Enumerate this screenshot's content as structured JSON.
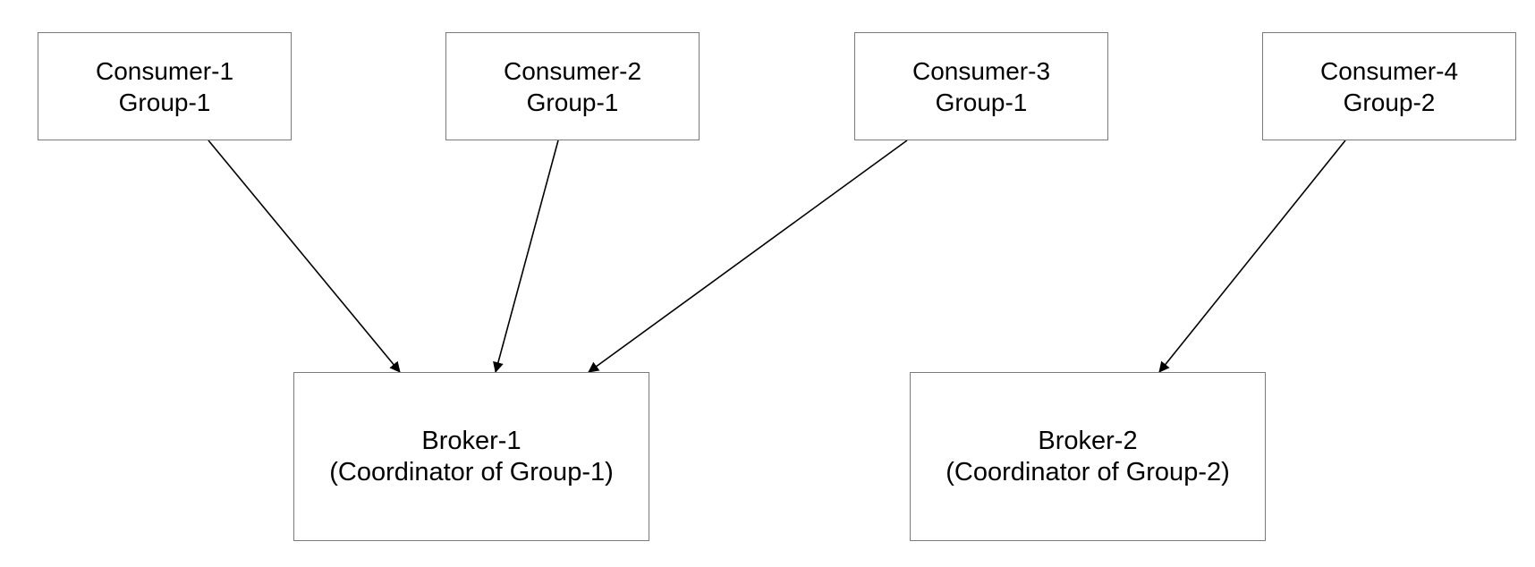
{
  "consumers": [
    {
      "name": "Consumer-1",
      "group": "Group-1"
    },
    {
      "name": "Consumer-2",
      "group": "Group-1"
    },
    {
      "name": "Consumer-3",
      "group": "Group-1"
    },
    {
      "name": "Consumer-4",
      "group": "Group-2"
    }
  ],
  "brokers": [
    {
      "name": "Broker-1",
      "role": "(Coordinator of Group-1)"
    },
    {
      "name": "Broker-2",
      "role": "(Coordinator of Group-2)"
    }
  ],
  "edges": [
    {
      "from": "Consumer-1",
      "to": "Broker-1"
    },
    {
      "from": "Consumer-2",
      "to": "Broker-1"
    },
    {
      "from": "Consumer-3",
      "to": "Broker-1"
    },
    {
      "from": "Consumer-4",
      "to": "Broker-2"
    }
  ],
  "colors": {
    "box_border": "#7a7a7a",
    "arrow": "#000000",
    "text": "#000000",
    "background": "#ffffff"
  }
}
